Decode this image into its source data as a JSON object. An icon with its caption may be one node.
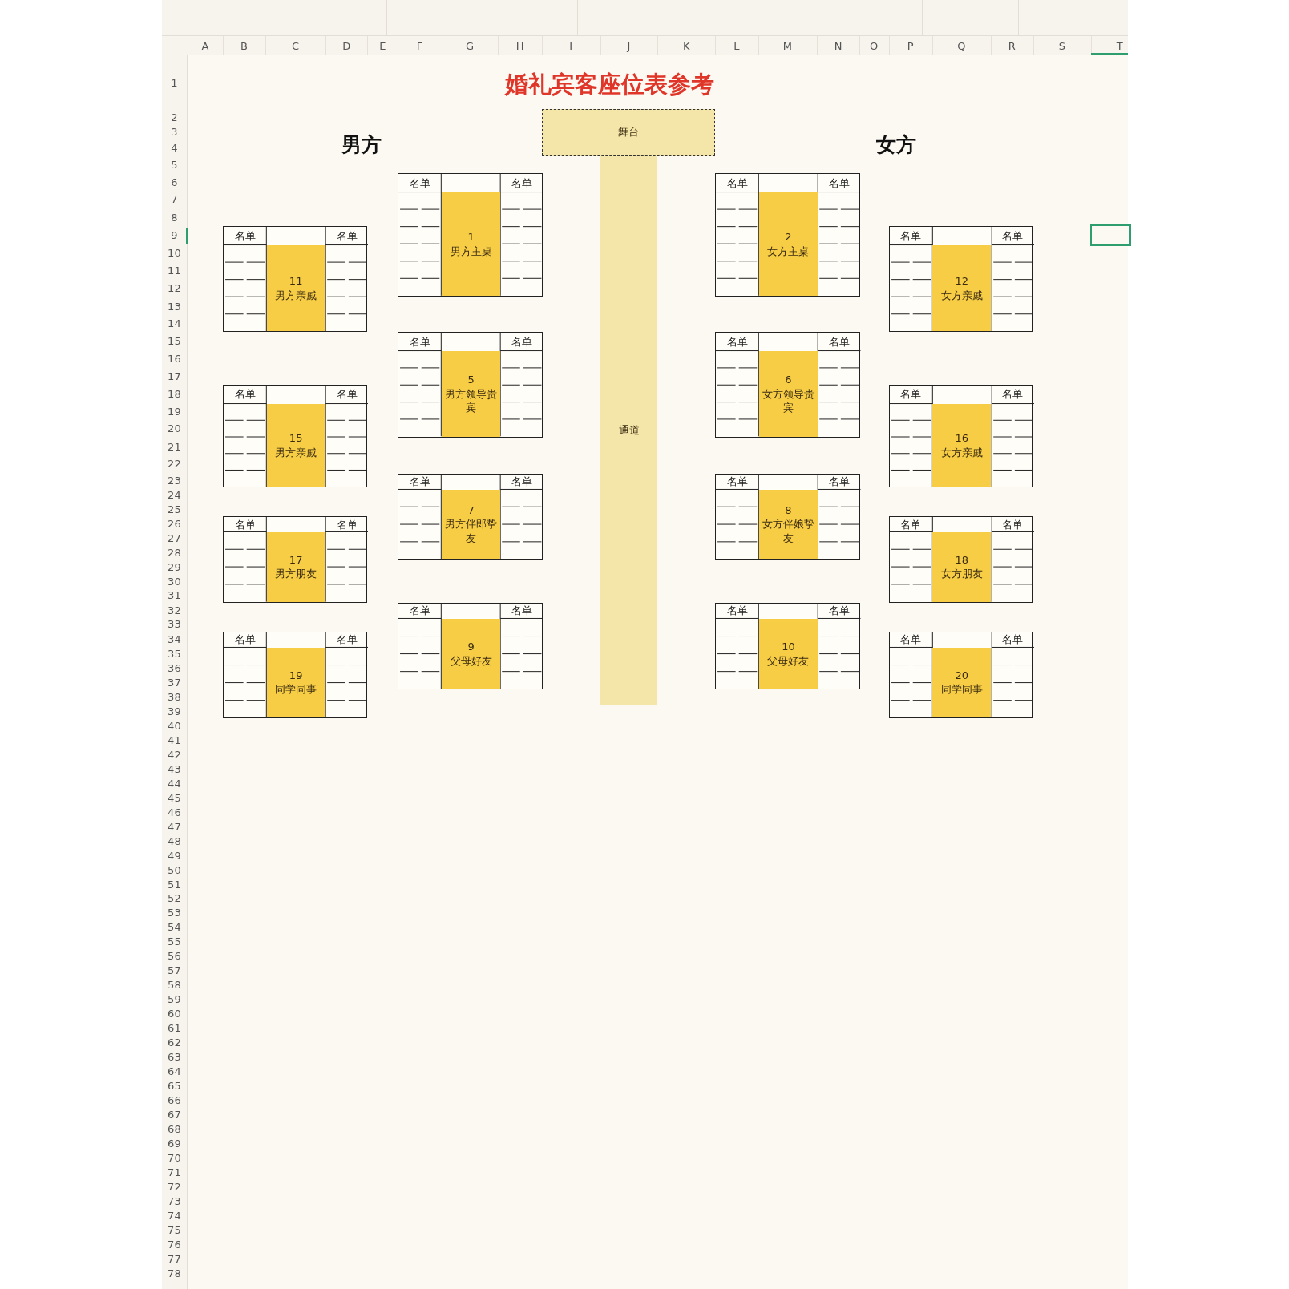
{
  "diagram": {
    "title": "婚礼宾客座位表参考",
    "nodes": [
      {
        "text": [
          "舞台"
        ]
      },
      {
        "text": [
          "通道"
        ]
      },
      {
        "text": [
          "名单",
          "名单"
        ]
      },
      {
        "text": [
          "1",
          "男方主桌"
        ],
        "in": 2
      },
      {
        "text": [
          "名单",
          "名单"
        ]
      },
      {
        "text": [
          "2",
          "女方主桌"
        ],
        "in": 4
      },
      {
        "text": [
          "名单",
          "名单"
        ]
      },
      {
        "text": [
          "11",
          "男方亲戚"
        ],
        "in": 6
      },
      {
        "text": [
          "名单",
          "名单"
        ]
      },
      {
        "text": [
          "12",
          "女方亲戚"
        ],
        "in": 8
      },
      {
        "text": [
          "名单",
          "名单"
        ]
      },
      {
        "text": [
          "5",
          "男方领导贵宾"
        ],
        "in": 10
      },
      {
        "text": [
          "名单",
          "名单"
        ]
      },
      {
        "text": [
          "6",
          "女方领导贵宾"
        ],
        "in": 12
      },
      {
        "text": [
          "名单",
          "名单"
        ]
      },
      {
        "text": [
          "15",
          "男方亲戚"
        ],
        "in": 14
      },
      {
        "text": [
          "名单",
          "名单"
        ]
      },
      {
        "text": [
          "16",
          "女方亲戚"
        ],
        "in": 16
      },
      {
        "text": [
          "名单",
          "名单"
        ]
      },
      {
        "text": [
          "7",
          "男方伴郎挚友"
        ],
        "in": 18
      },
      {
        "text": [
          "名单",
          "名单"
        ]
      },
      {
        "text": [
          "8",
          "女方伴娘挚友"
        ],
        "in": 20
      },
      {
        "text": [
          "名单",
          "名单"
        ]
      },
      {
        "text": [
          "17",
          "男方朋友"
        ],
        "in": 22
      },
      {
        "text": [
          "名单",
          "名单"
        ]
      },
      {
        "text": [
          "18",
          "女方朋友"
        ],
        "in": 24
      },
      {
        "text": [
          "名单",
          "名单"
        ]
      },
      {
        "text": [
          "9",
          "父母好友"
        ],
        "in": 26
      },
      {
        "text": [
          "名单",
          "名单"
        ]
      },
      {
        "text": [
          "10",
          "父母好友"
        ],
        "in": 28
      },
      {
        "text": [
          "名单",
          "名单"
        ]
      },
      {
        "text": [
          "19",
          "同学同事"
        ],
        "in": 30
      },
      {
        "text": [
          "名单",
          "名单"
        ]
      },
      {
        "text": [
          "20",
          "同学同事"
        ],
        "in": 32
      }
    ],
    "labels": [
      "A",
      "B",
      "C",
      "D",
      "E",
      "F",
      "G",
      "H",
      "I",
      "J",
      "K",
      "L",
      "M",
      "N",
      "O",
      "P",
      "Q",
      "R",
      "S",
      "T",
      "男方",
      "女方",
      "1",
      "2",
      "3",
      "4",
      "5",
      "6",
      "7",
      "8",
      "9",
      "10",
      "11",
      "12",
      "13",
      "14",
      "15",
      "16",
      "17",
      "18",
      "19",
      "20",
      "21",
      "22",
      "23",
      "24",
      "25",
      "26",
      "27",
      "28",
      "29",
      "30",
      "31",
      "32",
      "33",
      "34",
      "35",
      "36",
      "37",
      "38",
      "39",
      "40",
      "41",
      "42",
      "43",
      "44",
      "45",
      "46",
      "47",
      "48",
      "49",
      "50",
      "51",
      "52",
      "53",
      "54",
      "55",
      "56",
      "57",
      "58",
      "59",
      "60",
      "61",
      "62",
      "63",
      "64",
      "65",
      "66",
      "67",
      "68",
      "69",
      "70",
      "71",
      "72",
      "73",
      "74",
      "75",
      "76",
      "77",
      "78"
    ]
  }
}
